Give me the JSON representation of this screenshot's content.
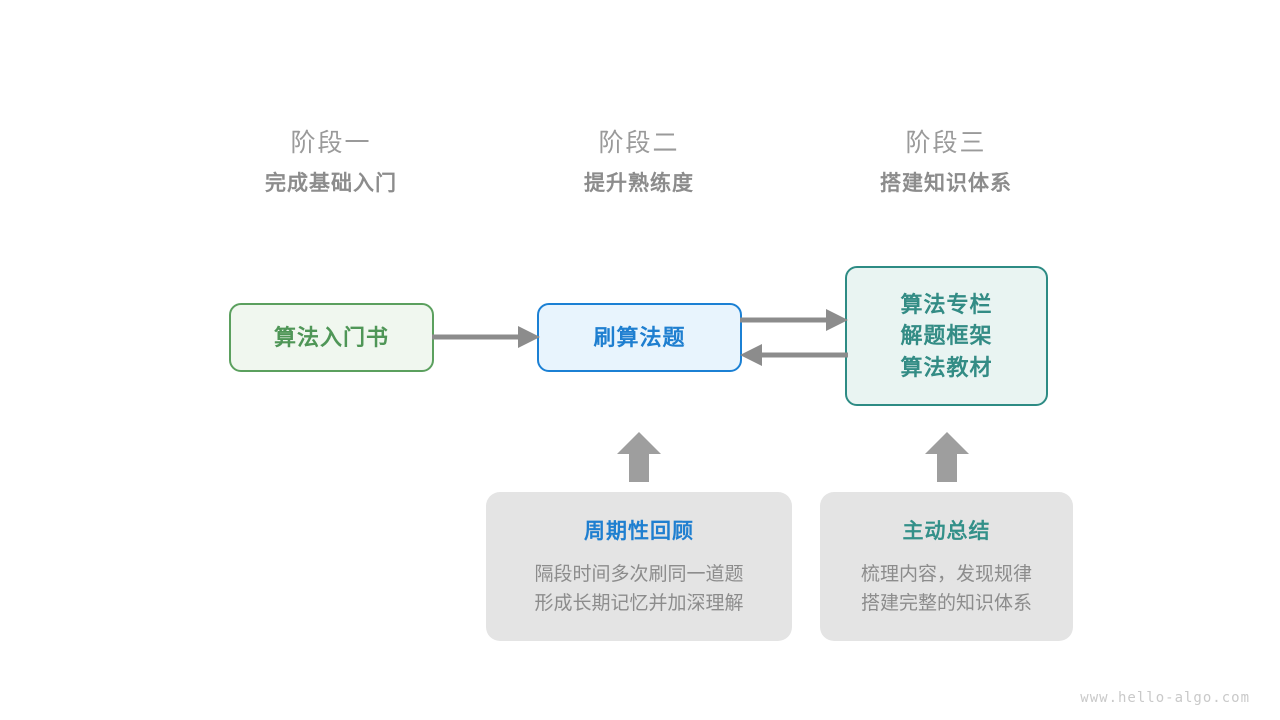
{
  "watermark": "www.hello-algo.com",
  "colors": {
    "green": "#4f9657",
    "green_border": "#5ba05e",
    "green_fill": "#f0f7ef",
    "blue": "#1f7fd0",
    "blue_border": "#1b80d4",
    "blue_fill": "#e8f4fd",
    "teal": "#338c85",
    "teal_border": "#2d8b84",
    "teal_fill": "#e9f4f2",
    "gray_text": "#8c8c8c",
    "gray_card": "#e4e4e4",
    "arrow": "#8c8c8c",
    "background": "#ffffff"
  },
  "stages": [
    {
      "title": "阶段一",
      "subtitle": "完成基础入门"
    },
    {
      "title": "阶段二",
      "subtitle": "提升熟练度"
    },
    {
      "title": "阶段三",
      "subtitle": "搭建知识体系"
    }
  ],
  "nodes": {
    "book": {
      "label": "算法入门书"
    },
    "practice": {
      "label": "刷算法题"
    },
    "system": {
      "lines": [
        "算法专栏",
        "解题框架",
        "算法教材"
      ]
    }
  },
  "cards": [
    {
      "title": "周期性回顾",
      "desc_lines": [
        "隔段时间多次刷同一道题",
        "形成长期记忆并加深理解"
      ]
    },
    {
      "title": "主动总结",
      "desc_lines": [
        "梳理内容，发现规律",
        "搭建完整的知识体系"
      ]
    }
  ],
  "connectors": [
    {
      "name": "book-to-practice",
      "direction": "right"
    },
    {
      "name": "practice-to-system",
      "direction": "right"
    },
    {
      "name": "system-to-practice",
      "direction": "left"
    },
    {
      "name": "review-to-practice",
      "direction": "up"
    },
    {
      "name": "summary-to-system",
      "direction": "up"
    }
  ]
}
